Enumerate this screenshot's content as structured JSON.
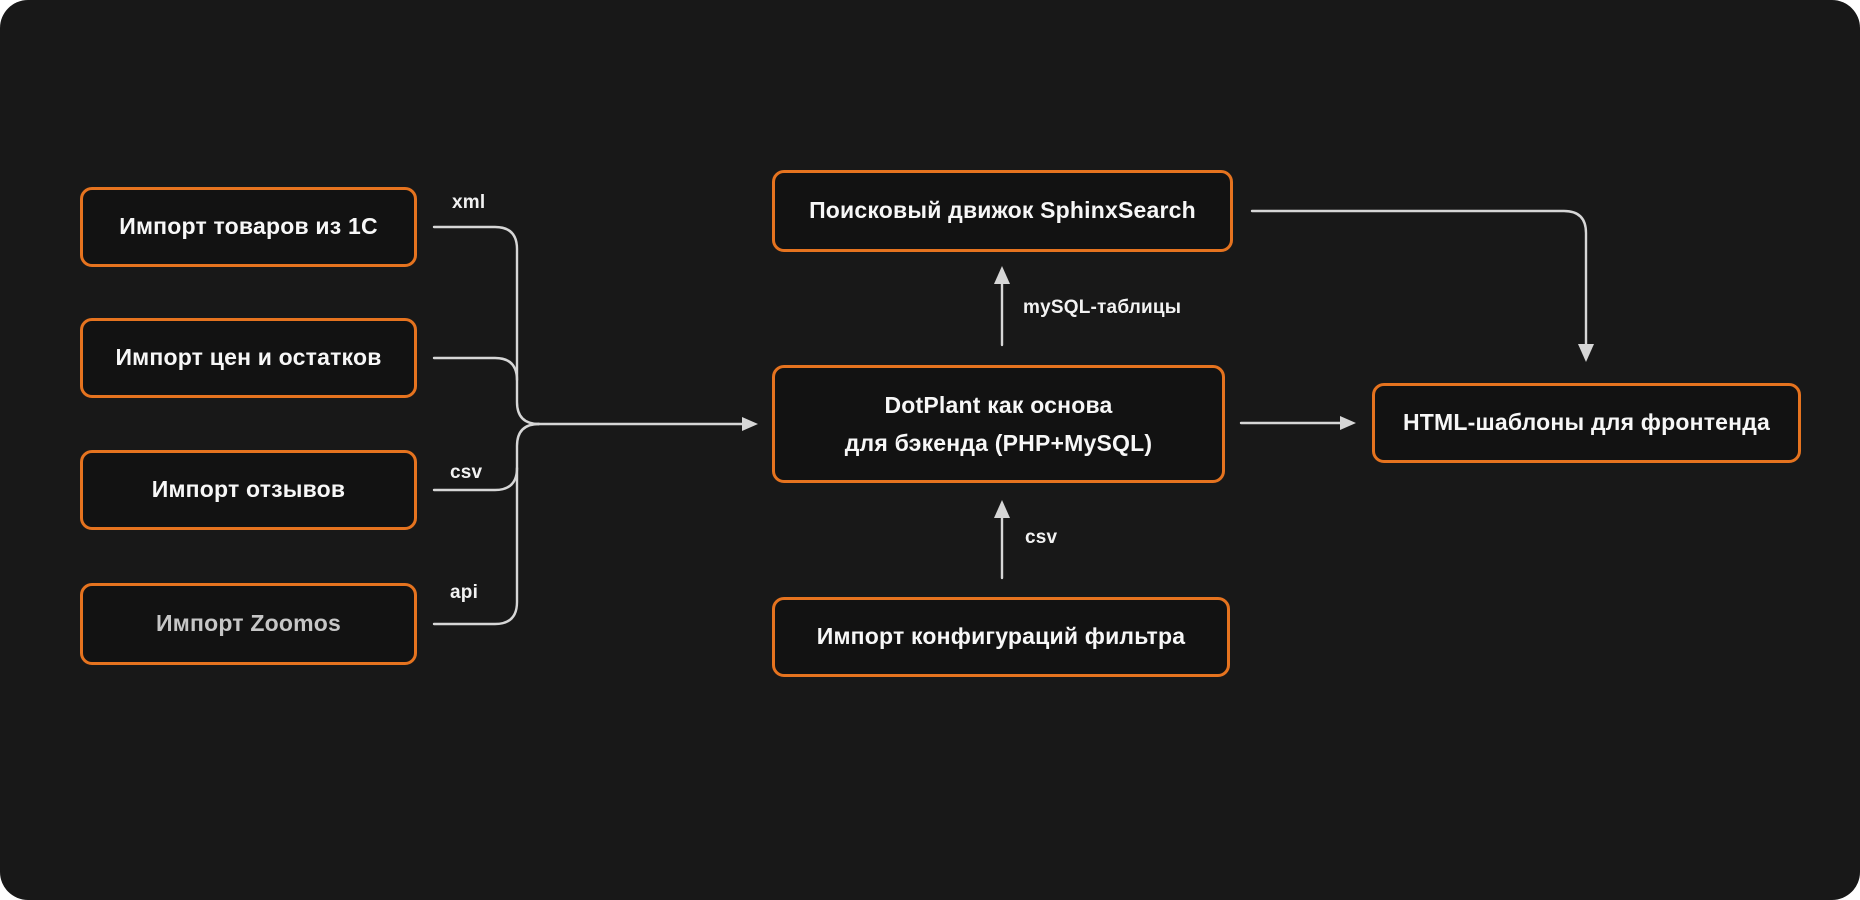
{
  "diagram": {
    "nodes": {
      "import_1c": {
        "label": "Импорт товаров из 1С"
      },
      "import_prices": {
        "label": "Импорт цен и остатков"
      },
      "import_reviews": {
        "label": "Импорт отзывов"
      },
      "import_zoomos": {
        "label": "Импорт Zoomos"
      },
      "sphinx": {
        "label": "Поисковый движок SphinxSearch"
      },
      "dotplant": {
        "line1": "DotPlant как основа",
        "line2": "для бэкенда (PHP+MySQL)"
      },
      "filter_config": {
        "label": "Импорт конфигураций фильтра"
      },
      "html_templates": {
        "label": "HTML-шаблоны для фронтенда"
      }
    },
    "edge_labels": {
      "xml": "xml",
      "csv_left": "csv",
      "api": "api",
      "mysql_tables": "mySQL-таблицы",
      "csv_center": "csv"
    },
    "colors": {
      "background": "#181818",
      "node_fill": "#121212",
      "accent_orange": "#E5731F",
      "connector_gray": "#d6d6d6",
      "text": "#f7f7f7",
      "muted_text": "#c6c6c6"
    }
  }
}
